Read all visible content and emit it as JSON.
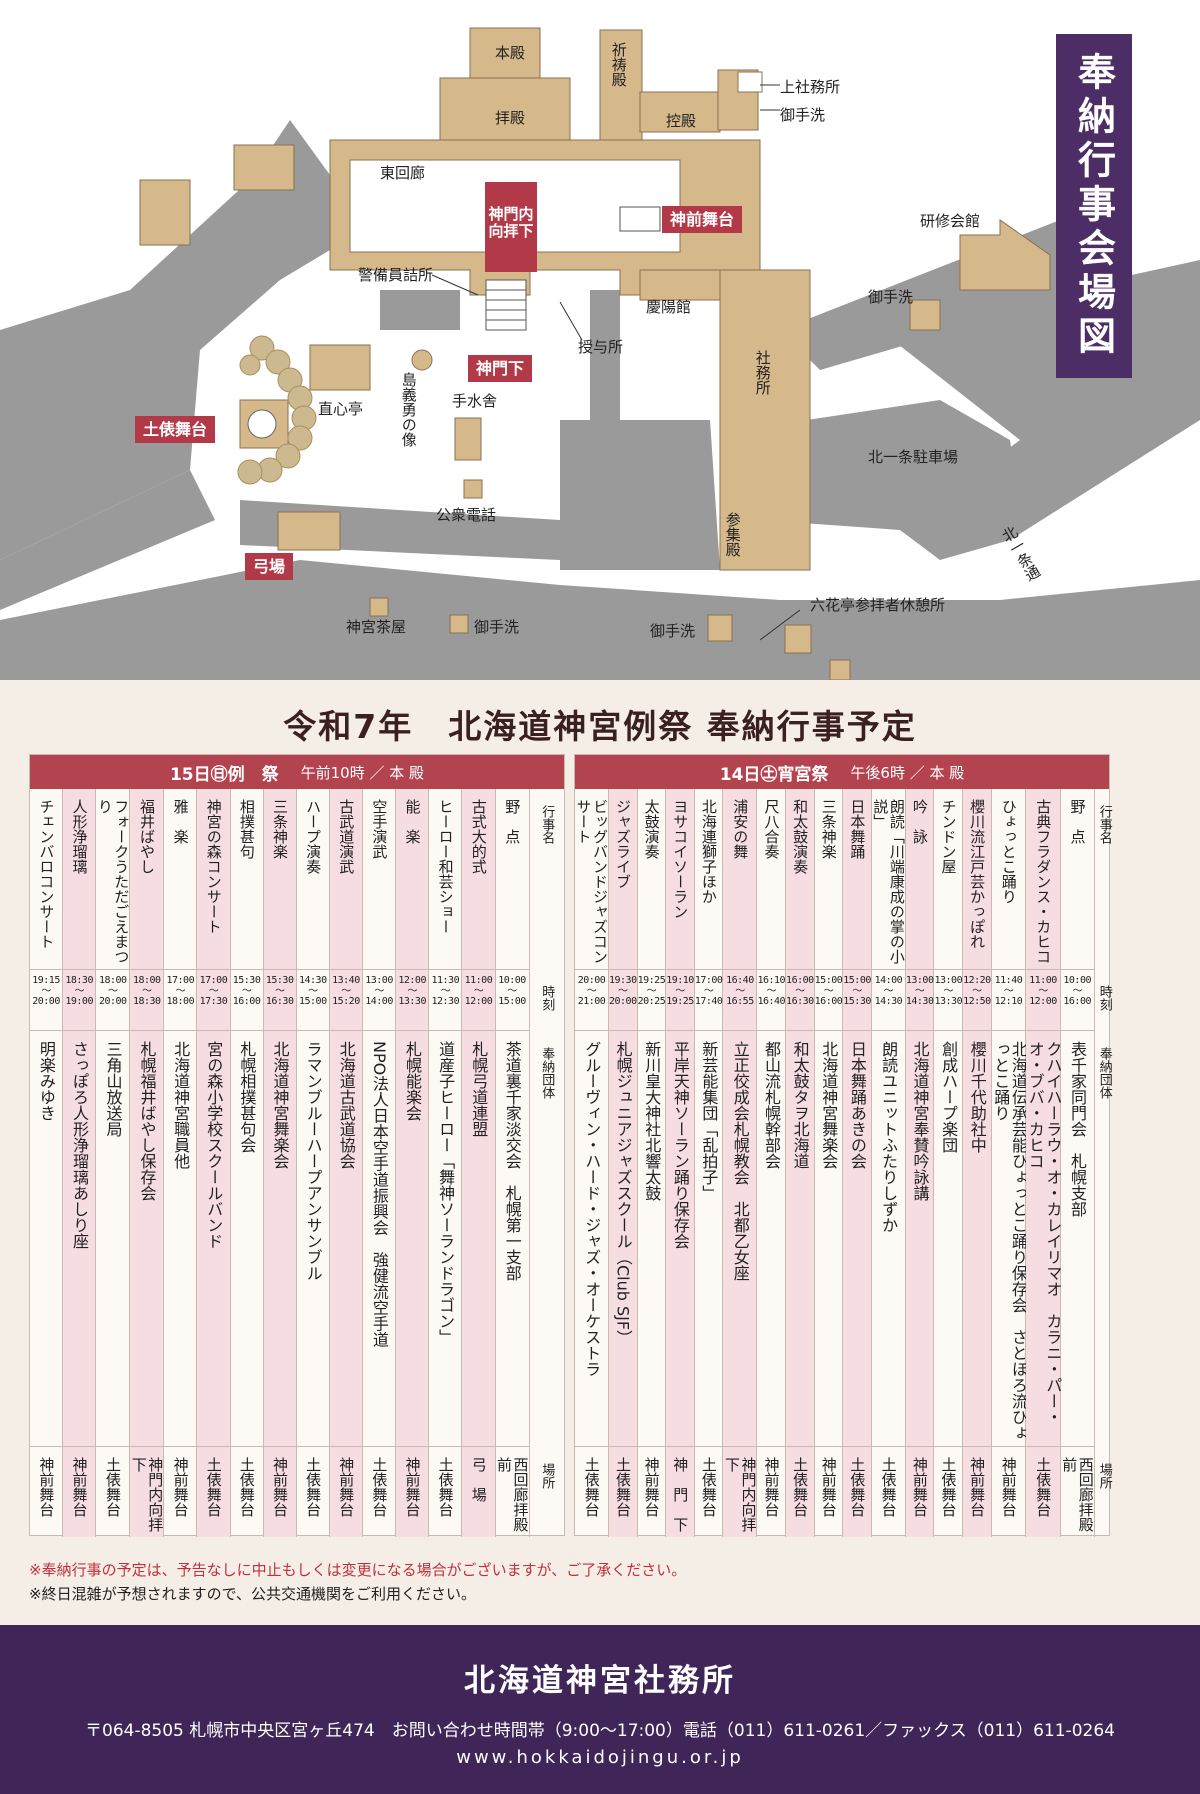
{
  "map": {
    "title": "奉納行事会場図",
    "labels": {
      "honden": "本殿",
      "kitouden": "祈祷殿",
      "haiden": "拝殿",
      "hikaeden": "控殿",
      "kami_shamusho": "上社務所",
      "temizu1": "御手洗",
      "higashi_kairo": "東回廊",
      "keibi": "警備員詰所",
      "juyosho": "授与所",
      "keiyokan": "慶陽館",
      "kenshu": "研修会館",
      "temizu2": "御手洗",
      "shamusho": "社務所",
      "shimayoshitake": "島義勇の像",
      "temizusha": "手水舎",
      "chokushintei": "直心亭",
      "kitaichijo": "北一条駐車場",
      "koshu_denwa": "公衆電話",
      "sanshuden": "参集殿",
      "kitaichijo_dori": "北一条通",
      "rokkatei": "六花亭参拝者休憩所",
      "jingu_chaya": "神宮茶屋",
      "temizu3": "御手洗",
      "temizu4": "御手洗"
    },
    "stages": {
      "shinmon_nai": "神門内向拝下",
      "shinzen": "神前舞台",
      "shinmon_shita": "神門下",
      "dohyo": "土俵舞台",
      "yumiba": "弓場"
    }
  },
  "schedule": {
    "title": "令和7年　北海道神宮例祭 奉納行事予定",
    "row_labels": {
      "event": "行事名",
      "time": "時刻",
      "org": "奉納団体",
      "venue": "場所"
    },
    "day15": {
      "heading": "15日㊐例　祭",
      "sub": "午前10時 ／ 本 殿",
      "items": [
        {
          "event": "野　点",
          "time": "10:00〜15:00",
          "org": "茶道裏千家淡交会　札幌第一支部",
          "venue": "西回廊拝殿前"
        },
        {
          "event": "古式大的式",
          "time": "11:00〜12:00",
          "org": "札幌弓道連盟",
          "venue": "弓　場"
        },
        {
          "event": "ヒーロー和芸ショー",
          "time": "11:30〜12:30",
          "org": "道産子ヒーロー「舞神ソーランドラゴン」",
          "venue": "土俵舞台"
        },
        {
          "event": "能　楽",
          "time": "12:00〜13:30",
          "org": "札幌能楽会",
          "venue": "神前舞台"
        },
        {
          "event": "空手演武",
          "time": "13:00〜14:00",
          "org": "NPO法人日本空手道振興会　強健流空手道",
          "venue": "土俵舞台"
        },
        {
          "event": "古武道演武",
          "time": "13:40〜15:20",
          "org": "北海道古武道協会",
          "venue": "神前舞台"
        },
        {
          "event": "ハープ演奏",
          "time": "14:30〜15:00",
          "org": "ラマンブルーハープアンサンブル",
          "venue": "土俵舞台"
        },
        {
          "event": "三条神楽",
          "time": "15:30〜16:30",
          "org": "北海道神宮舞楽会",
          "venue": "神前舞台"
        },
        {
          "event": "相撲甚句",
          "time": "15:30〜16:00",
          "org": "札幌相撲甚句会",
          "venue": "土俵舞台"
        },
        {
          "event": "神宮の森コンサート",
          "time": "17:00〜17:30",
          "org": "宮の森小学校スクールバンド",
          "venue": "土俵舞台"
        },
        {
          "event": "雅　楽",
          "time": "17:00〜18:00",
          "org": "北海道神宮職員他",
          "venue": "神前舞台"
        },
        {
          "event": "福井ばやし",
          "time": "18:00〜18:30",
          "org": "札幌福井ばやし保存会",
          "venue": "神門内向拝下"
        },
        {
          "event": "フォークうただごえまつり",
          "time": "18:00〜20:00",
          "org": "三角山放送局",
          "venue": "土俵舞台"
        },
        {
          "event": "人形浄瑠璃",
          "time": "18:30〜19:00",
          "org": "さっぽろ人形浄瑠璃あしり座",
          "venue": "神前舞台"
        },
        {
          "event": "チェンバロコンサート",
          "time": "19:15〜20:00",
          "org": "明楽みゆき",
          "venue": "神前舞台"
        }
      ]
    },
    "day14": {
      "heading": "14日㊏宵宮祭",
      "sub": "午後6時 ／ 本 殿",
      "items": [
        {
          "event": "野　点",
          "time": "10:00〜16:00",
          "org": "表千家同門会　札幌支部",
          "venue": "西回廊拝殿前"
        },
        {
          "event": "古典フラダンス・カヒコ",
          "time": "11:00〜12:00",
          "org": "クハイハーラウ・オ・カレイリマオ　カラニ・パー・オ・ブバ・カヒコ",
          "venue": "土俵舞台"
        },
        {
          "event": "ひょっとこ踊り",
          "time": "11:40〜12:10",
          "org": "北海道伝承芸能ひょっとこ踊り保存会　さとほろ流ひょっとこ踊り",
          "venue": "神前舞台"
        },
        {
          "event": "櫻川流江戸芸かっぽれ",
          "time": "12:20〜12:50",
          "org": "櫻川千代助社中",
          "venue": "神前舞台"
        },
        {
          "event": "チンドン屋",
          "time": "13:00〜13:30",
          "org": "創成ハープ楽団",
          "venue": "土俵舞台"
        },
        {
          "event": "吟　詠",
          "time": "13:00〜14:30",
          "org": "北海道神宮奉賛吟詠講",
          "venue": "神前舞台"
        },
        {
          "event": "朗読「川端康成の掌の小説」",
          "time": "14:00〜14:30",
          "org": "朗読ユニットふたりしずか",
          "venue": "土俵舞台"
        },
        {
          "event": "日本舞踊",
          "time": "15:00〜15:30",
          "org": "日本舞踊あきの会",
          "venue": "土俵舞台"
        },
        {
          "event": "三条神楽",
          "time": "15:00〜16:00",
          "org": "北海道神宮舞楽会",
          "venue": "神前舞台"
        },
        {
          "event": "和太鼓演奏",
          "time": "16:00〜16:30",
          "org": "和太鼓タヲ北海道",
          "venue": "土俵舞台"
        },
        {
          "event": "尺八合奏",
          "time": "16:10〜16:40",
          "org": "都山流札幌幹部会",
          "venue": "神前舞台"
        },
        {
          "event": "浦安の舞",
          "time": "16:40〜16:55",
          "org": "立正佼成会札幌教会　北都乙女座",
          "venue": "神門内向拝下"
        },
        {
          "event": "北海連獅子ほか",
          "time": "17:00〜17:40",
          "org": "新芸能集団「乱拍子」",
          "venue": "土俵舞台"
        },
        {
          "event": "ヨサコイソーラン",
          "time": "19:10〜19:25",
          "org": "平岸天神ソーラン踊り保存会",
          "venue": "神　門　下"
        },
        {
          "event": "太鼓演奏",
          "time": "19:25〜20:25",
          "org": "新川皇大神社北響太鼓",
          "venue": "神前舞台"
        },
        {
          "event": "ジャズライブ",
          "time": "19:30〜20:00",
          "org": "札幌ジュニアジャズスクール（Club SJF）",
          "venue": "土俵舞台"
        },
        {
          "event": "ビッグバンドジャズコンサート",
          "time": "20:00〜21:00",
          "org": "グルーヴィン・ハード・ジャズ・オーケストラ",
          "venue": "土俵舞台"
        }
      ]
    }
  },
  "notes": {
    "red": "※奉納行事の予定は、予告なしに中止もしくは変更になる場合がございますが、ご了承ください。",
    "normal": "※終日混雑が予想されますので、公共交通機関をご利用ください。"
  },
  "footer": {
    "org": "北海道神宮社務所",
    "address": "〒064-8505 札幌市中央区宮ヶ丘474　お問い合わせ時間帯（9:00〜17:00）電話（011）611-0261／ファックス（011）611-0264",
    "web": "www.hokkaidojingu.or.jp"
  },
  "colors": {
    "stage_red": "#b23a48",
    "title_purple": "#4c2d66",
    "building_tan": "#d6b98a",
    "road_gray": "#9a9a9a"
  }
}
